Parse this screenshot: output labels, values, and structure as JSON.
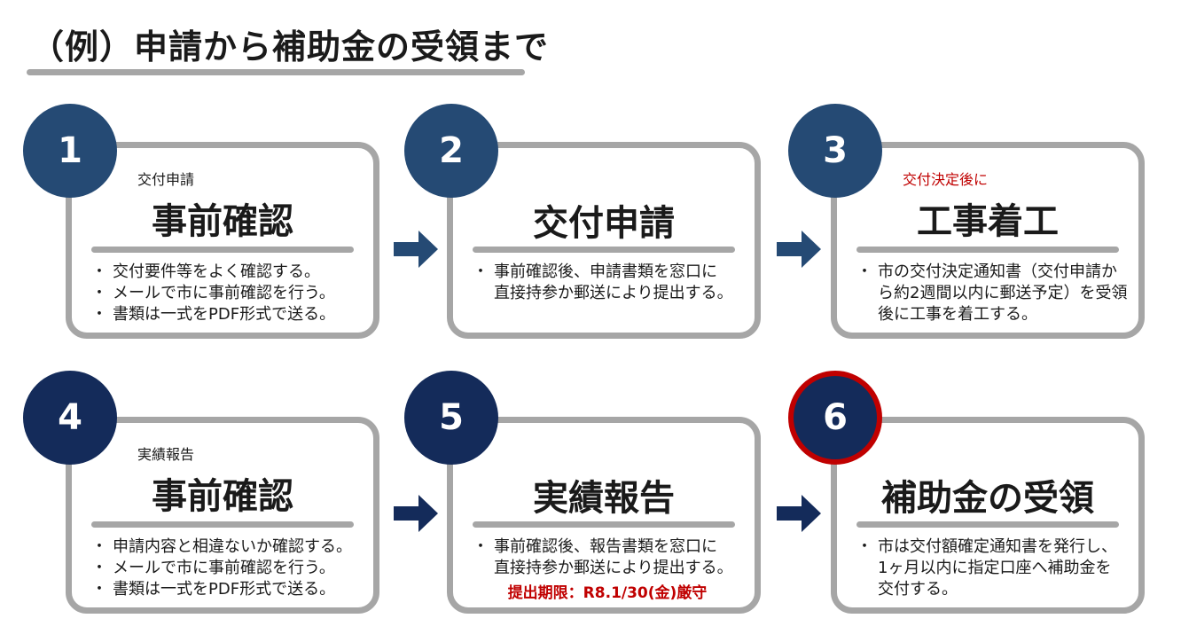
{
  "title": "（例）申請から補助金の受領まで",
  "colors": {
    "step_badge_top": "#254a74",
    "step_badge_bottom": "#142b5a",
    "highlight_ring": "#c00000",
    "accent_red": "#c00000",
    "card_border": "#a6a6a6"
  },
  "steps": [
    {
      "number": "1",
      "subtitle": "交付申請",
      "title": "事前確認",
      "bullets": [
        "交付要件等をよく確認する。",
        "メールで市に事前確認を行う。",
        "書類は一式をPDF形式で送る。"
      ]
    },
    {
      "number": "2",
      "title": "交付申請",
      "lines": [
        "事前確認後、申請書類を窓口に",
        "直接持参か郵送により提出する。"
      ]
    },
    {
      "number": "3",
      "subtitle": "交付決定後に",
      "title": "工事着工",
      "lines": [
        "市の交付決定通知書（交付申請か",
        "ら約2週間以内に郵送予定）を受領",
        "後に工事を着工する。"
      ]
    },
    {
      "number": "4",
      "subtitle": "実績報告",
      "title": "事前確認",
      "bullets": [
        "申請内容と相違ないか確認する。",
        "メールで市に事前確認を行う。",
        "書類は一式をPDF形式で送る。"
      ]
    },
    {
      "number": "5",
      "title": "実績報告",
      "lines": [
        "事前確認後、報告書類を窓口に",
        "直接持参か郵送により提出する。"
      ],
      "deadline": "提出期限：R8.1/30(金)厳守"
    },
    {
      "number": "6",
      "title": "補助金の受領",
      "lines": [
        "市は交付額確定通知書を発行し、",
        "1ヶ月以内に指定口座へ補助金を",
        "交付する。"
      ]
    }
  ],
  "arrow_icon": "right-arrow-icon"
}
